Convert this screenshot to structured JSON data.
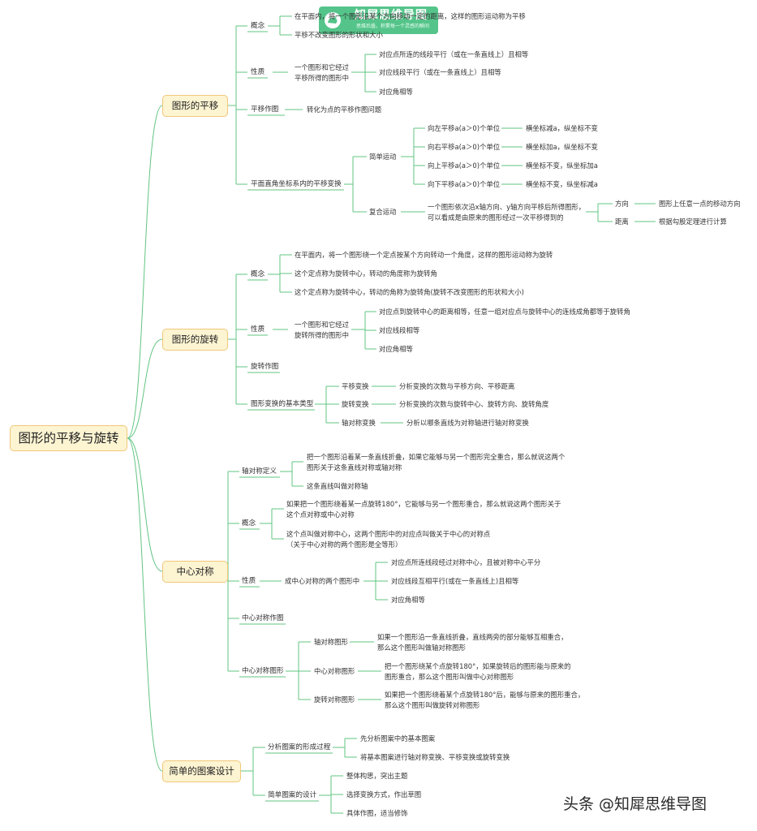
{
  "root": "图形的平移与旋转",
  "brand": {
    "name": "知犀思维导图",
    "slogan": "思维后盾，积累每一个灵感的瞬间",
    "color": "#55c48a"
  },
  "watermark": "头条 @知犀思维导图",
  "colors": {
    "line": "#62c482",
    "box_fill": "#fdf4d2",
    "box_border": "#f0c878"
  },
  "nodes": {
    "translate": "图形的平移",
    "t_concept": "概念",
    "t_concept_1": "在平面内，将一个图形沿某个方向移动一定的距离，这样的图形运动称为平移",
    "t_concept_2": "平移不改变图形的形状和大小",
    "t_prop": "性质",
    "t_prop_sub": "一个图形和它经过\n平移所得的图形中",
    "t_prop_1": "对应点所连的线段平行（或在一条直线上）且相等",
    "t_prop_2": "对应线段平行（或在一条直线上）且相等",
    "t_prop_3": "对应角相等",
    "t_draw": "平移作图",
    "t_draw_1": "转化为点的平移作图问题",
    "t_coord": "平面直角坐标系内的平移变换",
    "t_simple": "简单运动",
    "t_s1": "向左平移a(a＞0)个单位",
    "t_s1r": "横坐标减a，纵坐标不变",
    "t_s2": "向右平移a(a＞0)个单位",
    "t_s2r": "横坐标加a，纵坐标不变",
    "t_s3": "向上平移a(a＞0)个单位",
    "t_s3r": "横坐标不变，纵坐标加a",
    "t_s4": "向下平移a(a＞0)个单位",
    "t_s4r": "横坐标不变，纵坐标减a",
    "t_complex": "复合运动",
    "t_complex_1": "一个图形依次沿x轴方向、y轴方向平移后所得图形，\n可以看成是由原来的图形经过一次平移得到的",
    "t_dir": "方向",
    "t_dir_1": "图形上任意一点的移动方向",
    "t_dist": "距离",
    "t_dist_1": "根据勾股定理进行计算",
    "rotate": "图形的旋转",
    "r_concept": "概念",
    "r_concept_1": "在平面内，将一个图形绕一个定点按某个方向转动一个角度，这样的图形运动称为旋转",
    "r_concept_2": "这个定点称为旋转中心，转动的角度称为旋转角",
    "r_concept_3": "这个定点称为旋转中心，转动的角称为旋转角(旋转不改变图形的形状和大小)",
    "r_prop": "性质",
    "r_prop_sub": "一个图形和它经过\n旋转所得的图形中",
    "r_prop_1": "对应点到旋转中心的距离相等，任意一组对应点与旋转中心的连线成角都等于旋转角",
    "r_prop_2": "对应线段相等",
    "r_prop_3": "对应角相等",
    "r_draw": "旋转作图",
    "r_types": "图形变换的基本类型",
    "r_tt1": "平移变换",
    "r_tt1r": "分析变换的次数与平移方向、平移距离",
    "r_tt2": "旋转变换",
    "r_tt2r": "分析变换的次数与旋转中心、旋转方向、旋转角度",
    "r_tt3": "轴对称变换",
    "r_tt3r": "分析以哪条直线为对称轴进行轴对称变换",
    "center": "中心对称",
    "c_axis": "轴对称定义",
    "c_axis_1": "把一个图形沿着某一条直线折叠，如果它能够与另一个图形完全重合，那么就说这两个\n图形关于这条直线对称或轴对称",
    "c_axis_2": "这条直线叫做对称轴",
    "c_concept": "概念",
    "c_concept_1": "如果把一个图形绕着某一点旋转180°，它能够与另一个图形重合，那么就说这两个图形关于\n这个点对称或中心对称",
    "c_concept_2": "这个点叫做对称中心，这两个图形中的对应点叫做关于中心的对称点\n（关于中心对称的两个图形是全等形）",
    "c_prop": "性质",
    "c_prop_sub": "成中心对称的两个图形中",
    "c_prop_1": "对应点所连线段经过对称中心，且被对称中心平分",
    "c_prop_2": "对应线段互相平行(或在一条直线上)且相等",
    "c_prop_3": "对应角相等",
    "c_draw": "中心对称作图",
    "c_fig": "中心对称图形",
    "c_f1": "轴对称图形",
    "c_f1r": "如果一个图形沿一条直线折叠，直线两旁的部分能够互相重合，\n那么这个图形叫做轴对称图形",
    "c_f2": "中心对称图形",
    "c_f2r": "把一个图形绕某个点旋转180°，如果旋转后的图形能与原来的\n图形重合，那么这个图形叫做中心对称图形",
    "c_f3": "旋转对称图形",
    "c_f3r": "如果把一个图形绕着某个点旋转180°后，能够与原来的图形重合，\n那么这个图形叫做旋转对称图形",
    "design": "简单的图案设计",
    "d_analyze": "分析图案的形成过程",
    "d_a1": "先分析图案中的基本图案",
    "d_a2": "将基本图案进行轴对称变换、平移变换或旋转变换",
    "d_design": "简单图案的设计",
    "d_d1": "整体构思，突出主题",
    "d_d2": "选择变换方式，作出草图",
    "d_d3": "具体作图，适当修饰"
  }
}
